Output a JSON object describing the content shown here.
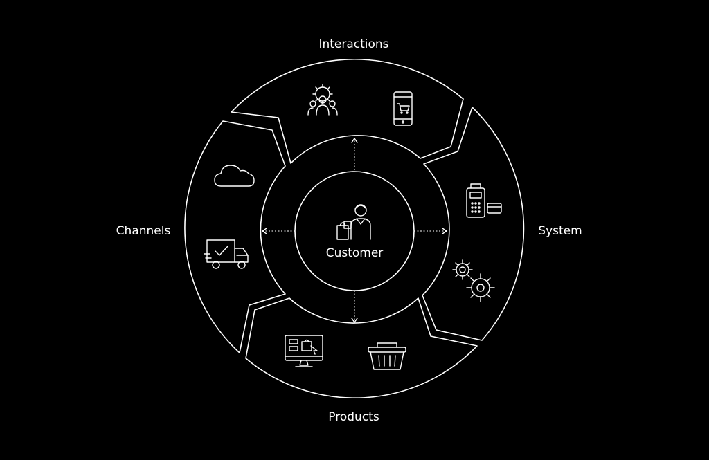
{
  "labels": {
    "top": "Interactions",
    "right": "System",
    "bottom": "Products",
    "left": "Channels",
    "center": "Customer"
  },
  "icons": {
    "interactions": [
      "team-gear-icon",
      "mobile-cart-icon"
    ],
    "system": [
      "card-terminal-icon",
      "gears-icon"
    ],
    "products": [
      "computer-shop-icon",
      "basket-icon"
    ],
    "channels": [
      "cloud-icon",
      "delivery-truck-icon"
    ],
    "center": "customer-shopping-icon"
  },
  "colors": {
    "background": "#000000",
    "stroke": "#ffffff"
  }
}
